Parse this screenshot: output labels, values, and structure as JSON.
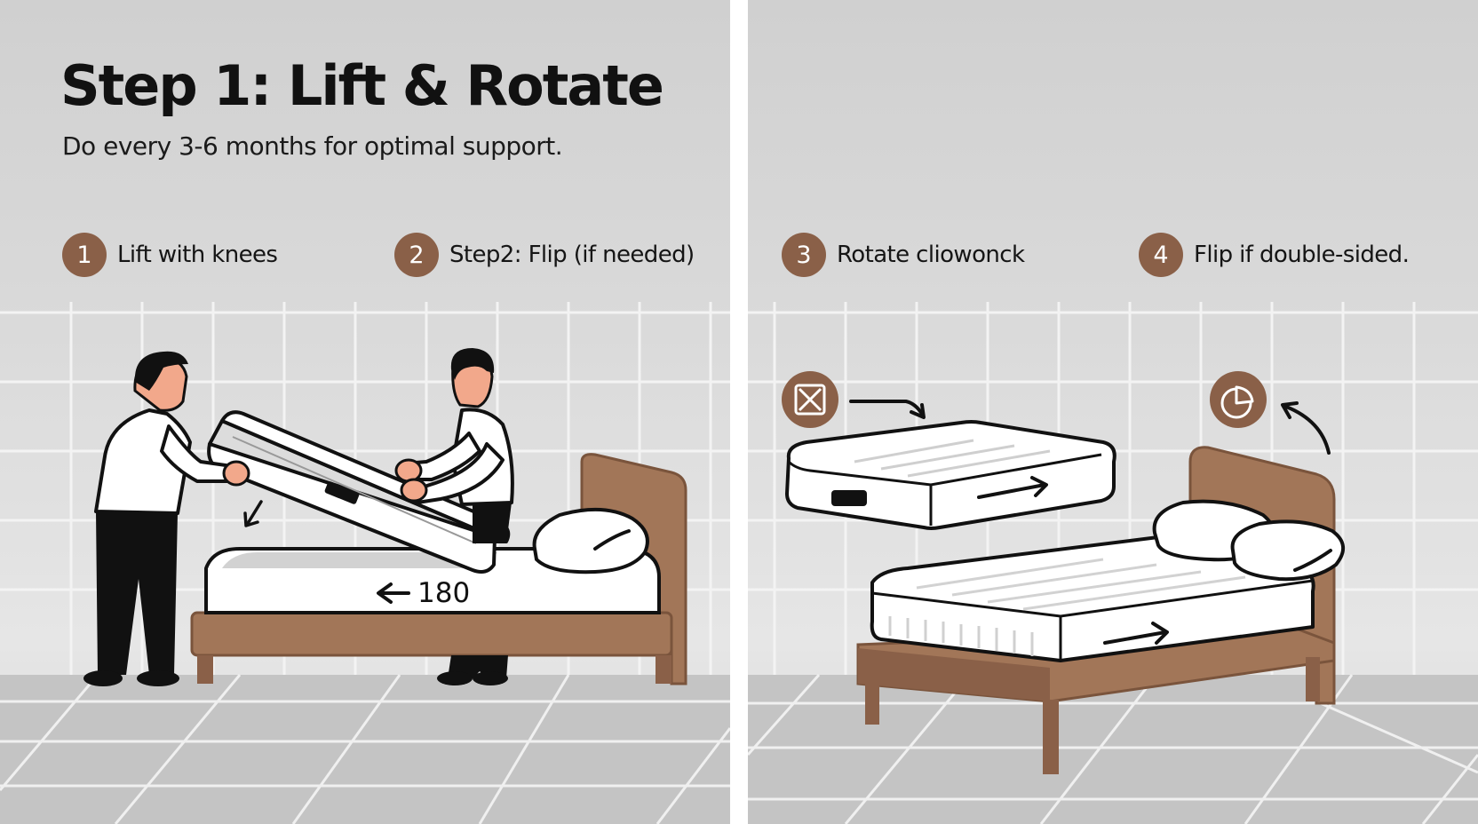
{
  "title": "Step 1: Lift & Rotate",
  "subtitle": "Do every 3-6 months for optimal support.",
  "steps": [
    {
      "number": "1",
      "label": "Lift with knees"
    },
    {
      "number": "2",
      "label": "Step2: Flip (if needed)"
    },
    {
      "number": "3",
      "label": "Rotate cliowonck"
    },
    {
      "number": "4",
      "label": "Flip if double-sided."
    }
  ],
  "rotation_label": "180",
  "colors": {
    "accent_brown": "#8a6048",
    "bed_frame": "#a27658",
    "background": "#d8d8d8",
    "outline": "#111111"
  },
  "icons": [
    "rotate-square-icon",
    "flip-circle-icon"
  ]
}
